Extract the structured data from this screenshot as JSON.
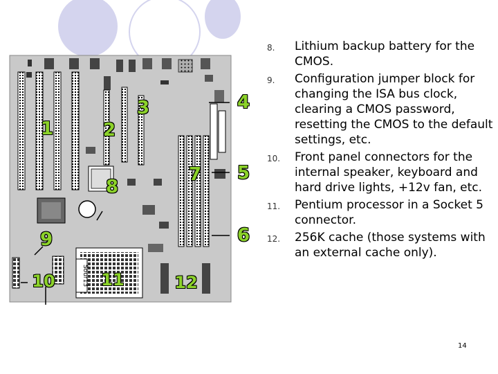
{
  "callouts": [
    {
      "id": "1",
      "label": "1"
    },
    {
      "id": "2",
      "label": "2"
    },
    {
      "id": "3",
      "label": "3"
    },
    {
      "id": "4",
      "label": "4"
    },
    {
      "id": "5",
      "label": "5"
    },
    {
      "id": "6",
      "label": "6"
    },
    {
      "id": "7",
      "label": "7"
    },
    {
      "id": "8",
      "label": "8"
    },
    {
      "id": "9",
      "label": "9"
    },
    {
      "id": "10",
      "label": "10"
    },
    {
      "id": "11",
      "label": "11"
    },
    {
      "id": "12",
      "label": "12"
    }
  ],
  "board_text": {
    "chip_label": "Sour13"
  },
  "items": [
    {
      "number": "8.",
      "text": "Lithium backup battery for the CMOS."
    },
    {
      "number": "9.",
      "text": "Configuration jumper block for changing the ISA bus clock, clearing a CMOS password, resetting the CMOS to the default settings, etc."
    },
    {
      "number": "10.",
      "text": "Front panel connectors for the internal speaker, keyboard and hard drive lights, +12v fan, etc."
    },
    {
      "number": "11.",
      "text": "Pentium processor in a Socket 5 connector."
    },
    {
      "number": "12.",
      "text": "256K cache (those systems with an external cache only)."
    }
  ],
  "page_number": "14",
  "colors": {
    "callout_fill": "#8cd22a",
    "board": "#c9c9c9",
    "deco_circles": "#d4d4ee"
  }
}
